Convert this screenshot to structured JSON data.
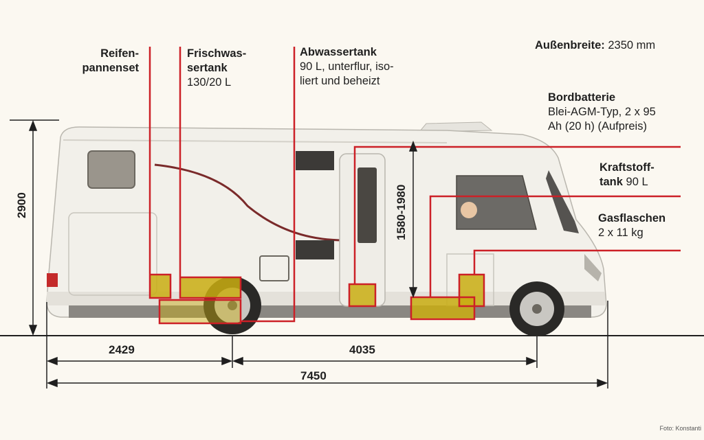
{
  "labels": {
    "reifen": {
      "line1": "Reifen-",
      "line2": "pannenset"
    },
    "frischwasser": {
      "line1": "Frischwas-",
      "line2": "sertank",
      "value": "130/20 L"
    },
    "abwasser": {
      "title": "Abwassertank",
      "line1": "90 L, unterflur, iso-",
      "line2": "liert und beheizt"
    },
    "aussenbreite": {
      "label": "Außenbreite:",
      "value": "2350 mm"
    },
    "bordbatterie": {
      "title": "Bordbatterie",
      "line1": "Blei-AGM-Typ, 2 x 95",
      "line2": "Ah (20 h) (Aufpreis)"
    },
    "kraftstoff": {
      "line1": "Kraftstoff-",
      "line2_bold": "tank",
      "value": "90 L"
    },
    "gasflaschen": {
      "title": "Gasflaschen",
      "value": "2 x 11 kg"
    }
  },
  "dimensions": {
    "height": "2900",
    "wheelbase_front": "2429",
    "wheelbase": "4035",
    "length": "7450",
    "interior_height": "1580-1980"
  },
  "credit": "Foto: Konstanti",
  "colors": {
    "accent_red": "#cc2027",
    "highlight_yellow": "#c9ad12",
    "background": "#fbf8f1",
    "body_white": "#f2f0ea"
  }
}
